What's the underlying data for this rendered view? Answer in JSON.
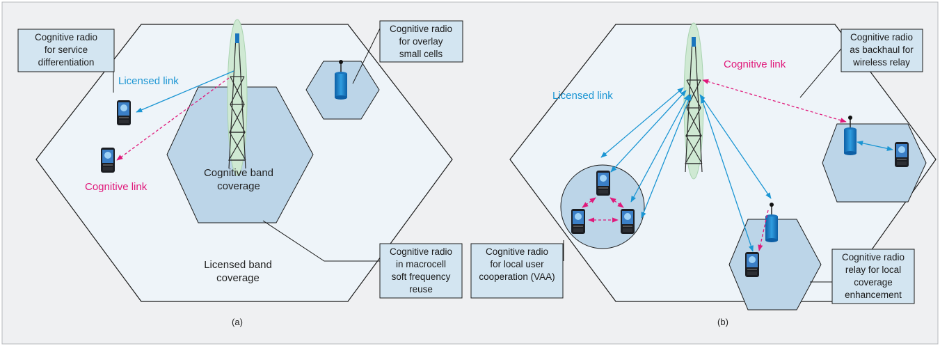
{
  "figure": {
    "panel_a": {
      "label": "(a)",
      "callout_service": [
        "Cognitive radio",
        "for service",
        "differentiation"
      ],
      "callout_overlay": [
        "Cognitive radio",
        "for overlay",
        "small cells"
      ],
      "callout_macro": [
        "Cognitive radio",
        "in macrocell",
        "soft frequency",
        "reuse"
      ],
      "licensed_link": "Licensed link",
      "cognitive_link": "Cognitive link",
      "cognitive_band": [
        "Cognitive band",
        "coverage"
      ],
      "licensed_band": [
        "Licensed band",
        "coverage"
      ]
    },
    "panel_b": {
      "label": "(b)",
      "callout_backhaul": [
        "Cognitive radio",
        "as backhaul for",
        "wireless relay"
      ],
      "callout_vaa": [
        "Cognitive radio",
        "for local user",
        "cooperation (VAA)"
      ],
      "callout_relay": [
        "Cognitive radio",
        "relay for local",
        "coverage",
        "enhancement"
      ],
      "licensed_link": "Licensed link",
      "cognitive_link": "Cognitive link"
    }
  },
  "colors": {
    "licensed": "#1a95d3",
    "cognitive": "#e0187a",
    "cell_fill": "#eef4f9",
    "small_cell_fill": "#bcd5e8",
    "callout_fill": "#d3e5f1"
  }
}
